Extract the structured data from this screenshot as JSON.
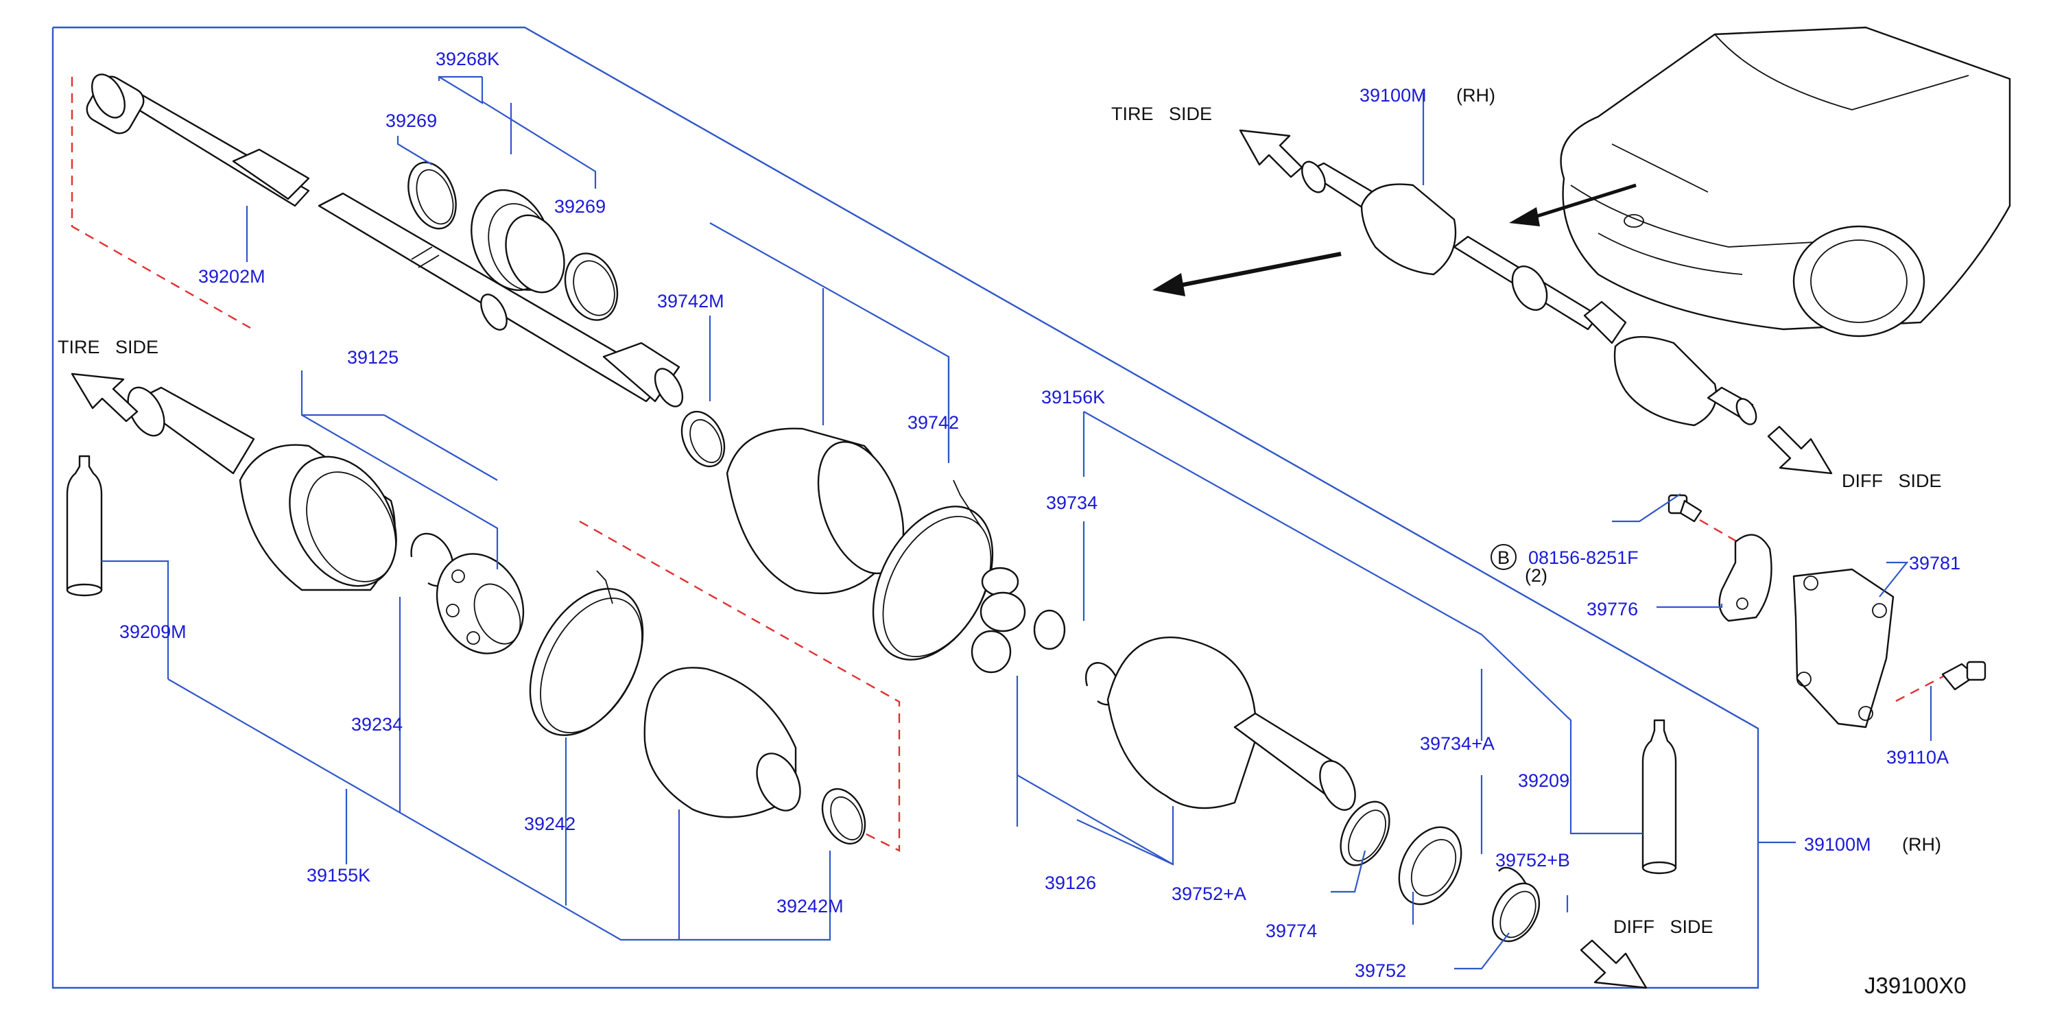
{
  "labels": {
    "p39268K": "39268K",
    "p39269a": "39269",
    "p39269b": "39269",
    "p39202M": "39202M",
    "p39742M": "39742M",
    "p39742": "39742",
    "p39156K": "39156K",
    "p39734": "39734",
    "p39125": "39125",
    "p39209M": "39209M",
    "p39234": "39234",
    "p39242": "39242",
    "p39155K": "39155K",
    "p39242M": "39242M",
    "p39126": "39126",
    "p39752A": "39752+A",
    "p39774": "39774",
    "p39752": "39752",
    "p39734A": "39734+A",
    "p39752B": "39752+B",
    "p39209": "39209",
    "p39100M_top": "39100M",
    "p39100M_right": "39100M",
    "p08156": "08156-8251F",
    "p39776": "39776",
    "p39781": "39781",
    "p39110A": "39110A"
  },
  "notes": {
    "tire_side_top": "TIRE   SIDE",
    "tire_side_left": "TIRE   SIDE",
    "diff_side_right": "DIFF   SIDE",
    "diff_side_bottom": "DIFF   SIDE",
    "rh_top": "(RH)",
    "rh_right": "(RH)",
    "qty_2": "(2)",
    "b_marker": "B"
  },
  "diagram_id": "J39100X0",
  "colors": {
    "label_blue": "#1a1ad8",
    "leader_blue": "#2f57c8",
    "line_black": "#111111",
    "dash_red": "#e23030"
  }
}
